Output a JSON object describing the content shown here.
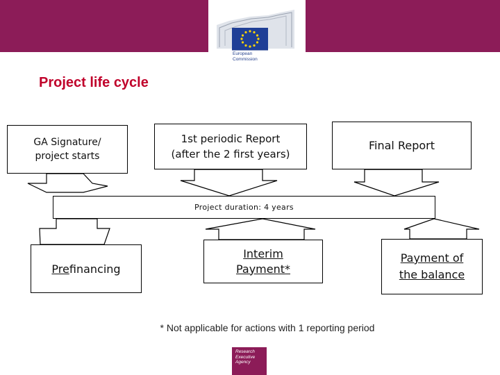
{
  "header": {
    "brand_color": "#8c1c58",
    "logo_icon": "european-commission-logo",
    "wordmark": "European\nCommission"
  },
  "title": "Project life cycle",
  "boxes": {
    "ga_signature": "GA Signature/\nproject starts",
    "first_report": "1st periodic Report\n(after the 2 first years)",
    "final_report": "Final Report",
    "duration": "Project duration: 4 years",
    "prefinancing_underlined": "Pre",
    "prefinancing_rest": "financing",
    "interim_payment": "Interim\nPayment*",
    "balance_payment": "Payment of\nthe balance"
  },
  "footnote": "* Not applicable for actions with 1 reporting period",
  "footer": {
    "agency_logo_icon": "research-executive-agency-logo",
    "agency_text": "Research\nExecutive\nAgency"
  }
}
